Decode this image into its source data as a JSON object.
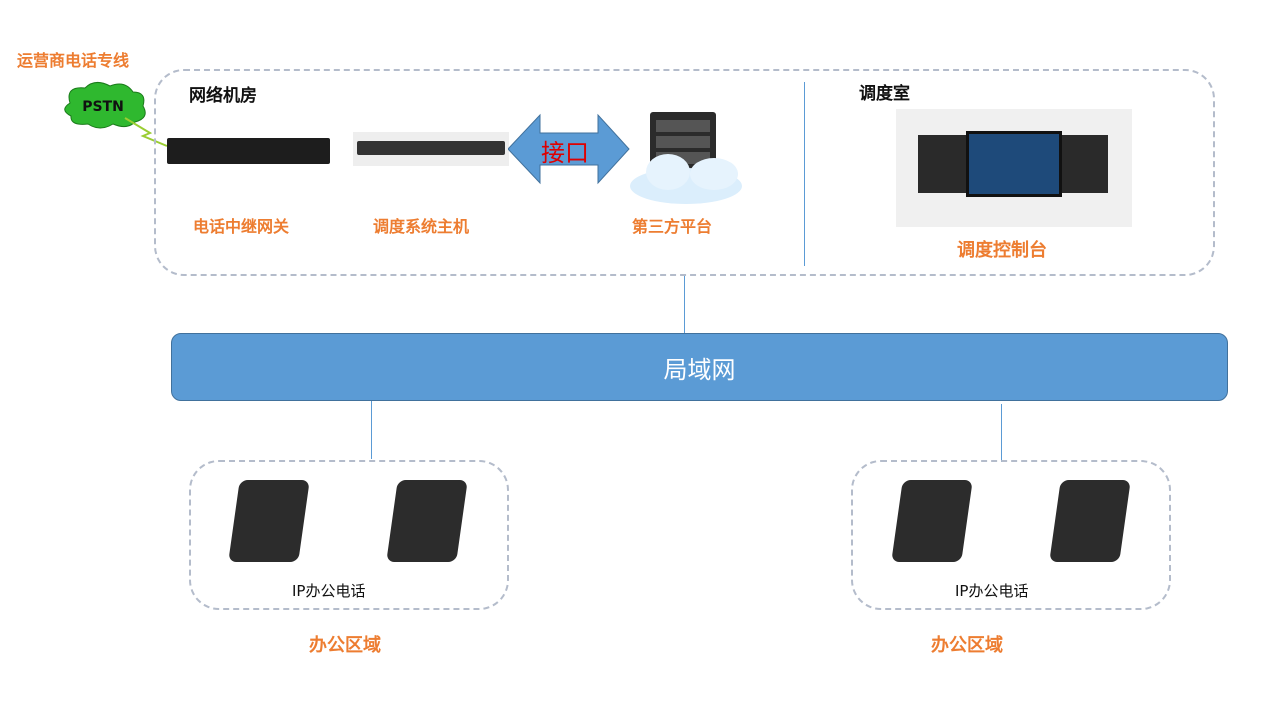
{
  "pstn": {
    "title": "运营商电话专线",
    "cloud_label": "PSTN"
  },
  "machine_room": {
    "title": "网络机房",
    "gateway": "电话中继网关",
    "host": "调度系统主机",
    "interface": "接口",
    "platform": "第三方平台"
  },
  "dispatch_room": {
    "title": "调度室",
    "console": "调度控制台"
  },
  "lan": {
    "label": "局域网"
  },
  "offices": [
    {
      "phones_label": "IP办公电话",
      "zone_label": "办公区域"
    },
    {
      "phones_label": "IP办公电话",
      "zone_label": "办公区域"
    }
  ],
  "colors": {
    "accent": "#ed7d31",
    "lan": "#5b9bd5",
    "zone_border": "#b4bccb"
  }
}
